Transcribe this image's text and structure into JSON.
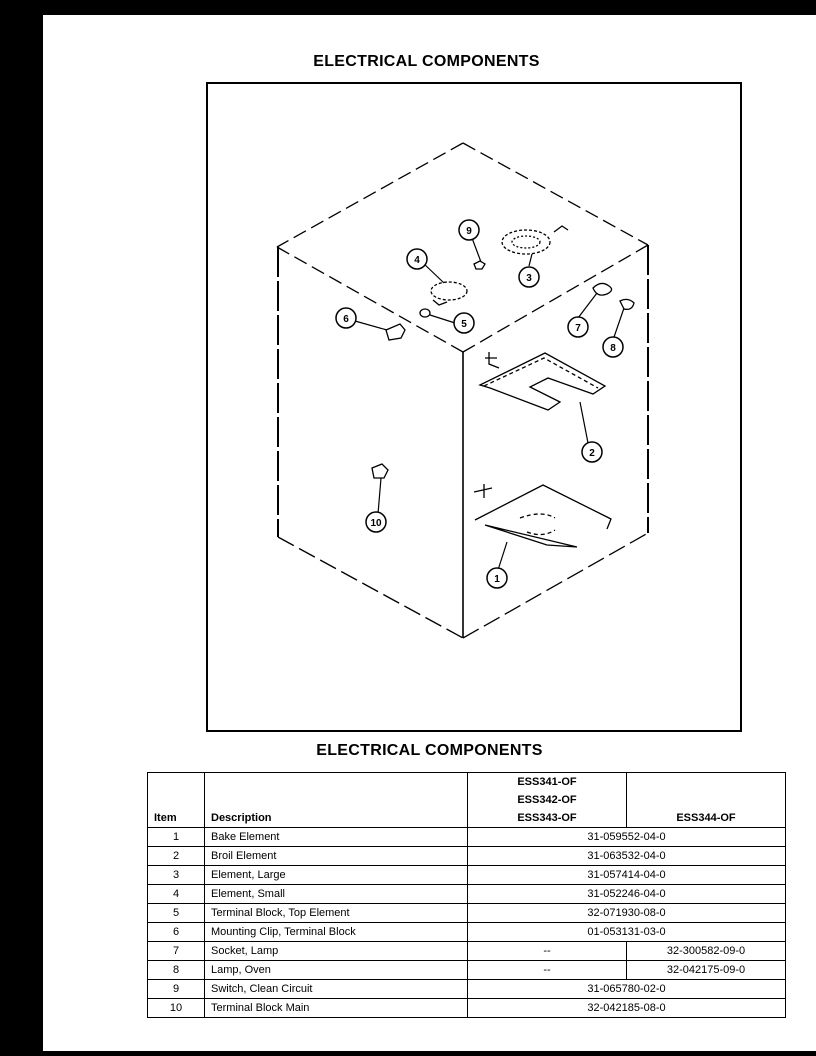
{
  "page": {
    "title": "ELECTRICAL COMPONENTS",
    "table_title": "ELECTRICAL COMPONENTS"
  },
  "diagram": {
    "name": "Isometric oven cavity with electrical components",
    "callouts": [
      {
        "label": "1",
        "part": "Bake Element"
      },
      {
        "label": "2",
        "part": "Broil Element"
      },
      {
        "label": "3",
        "part": "Element, Large"
      },
      {
        "label": "4",
        "part": "Element, Small"
      },
      {
        "label": "5",
        "part": "Terminal Block, Top Element"
      },
      {
        "label": "6",
        "part": "Mounting Clip, Terminal Block"
      },
      {
        "label": "7",
        "part": "Socket, Lamp"
      },
      {
        "label": "8",
        "part": "Lamp, Oven"
      },
      {
        "label": "9",
        "part": "Switch, Clean Circuit"
      },
      {
        "label": "10",
        "part": "Terminal Block Main"
      }
    ]
  },
  "table": {
    "headers": {
      "item": "Item",
      "description": "Description",
      "model_group_1": [
        "ESS341-OF",
        "ESS342-OF",
        "ESS343-OF"
      ],
      "model_group_2": "ESS344-OF"
    },
    "rows": [
      {
        "item": "1",
        "description": "Bake Element",
        "part_all": "31-059552-04-0"
      },
      {
        "item": "2",
        "description": "Broil Element",
        "part_all": "31-063532-04-0"
      },
      {
        "item": "3",
        "description": "Element, Large",
        "part_all": "31-057414-04-0"
      },
      {
        "item": "4",
        "description": "Element, Small",
        "part_all": "31-052246-04-0"
      },
      {
        "item": "5",
        "description": "Terminal Block, Top Element",
        "part_all": "32-071930-08-0"
      },
      {
        "item": "6",
        "description": "Mounting Clip, Terminal Block",
        "part_all": "01-053131-03-0"
      },
      {
        "item": "7",
        "description": "Socket, Lamp",
        "part_group_1": "--",
        "part_group_2": "32-300582-09-0"
      },
      {
        "item": "8",
        "description": "Lamp, Oven",
        "part_group_1": "--",
        "part_group_2": "32-042175-09-0"
      },
      {
        "item": "9",
        "description": "Switch, Clean Circuit",
        "part_all": "31-065780-02-0"
      },
      {
        "item": "10",
        "description": "Terminal Block Main",
        "part_all": "32-042185-08-0"
      }
    ]
  }
}
